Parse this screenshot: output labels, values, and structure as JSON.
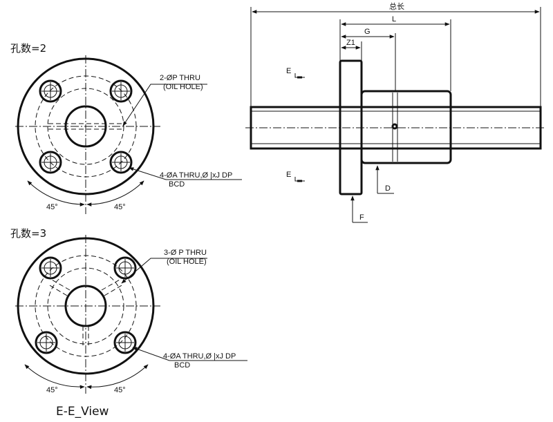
{
  "top_view": {
    "label": "孔数=2",
    "oil_hole_note": "2-ØP THRU",
    "oil_hole_sub": "(OIL HOLE)",
    "mount_note": "4-ØA THRU,Ø |xJ DP",
    "bcd": "BCD",
    "angle_left": "45°",
    "angle_right": "45°"
  },
  "bottom_view": {
    "label": "孔数=3",
    "oil_hole_note": "3-Ø P THRU",
    "oil_hole_sub": "(OIL HOLE)",
    "mount_note": "4-ØA THRU,Ø |xJ DP",
    "bcd": "BCD",
    "angle_left": "45°",
    "angle_right": "45°"
  },
  "view_title": "E-E_View",
  "side_view": {
    "total_length": "总长",
    "L": "L",
    "G": "G",
    "Z1": "Z1",
    "E_top": "E",
    "E_bottom": "E",
    "D": "D",
    "F": "F"
  }
}
